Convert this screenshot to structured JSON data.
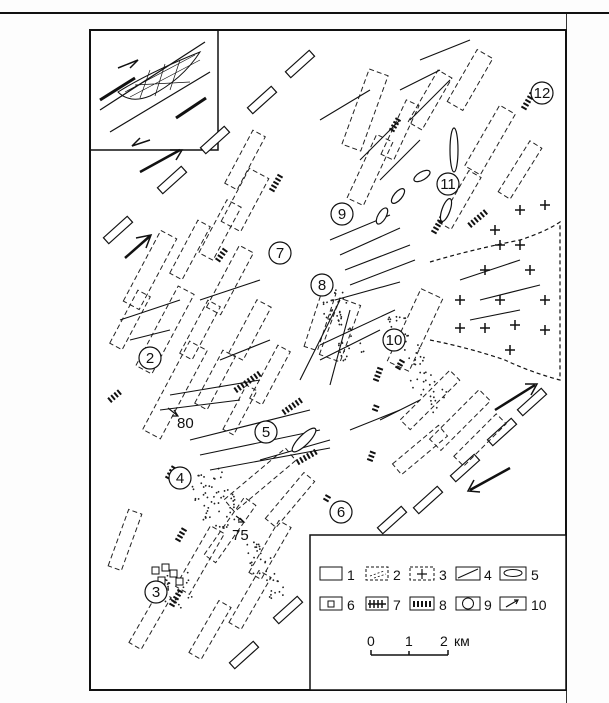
{
  "map": {
    "site_labels": [
      "2",
      "3",
      "4",
      "5",
      "6",
      "7",
      "8",
      "9",
      "10",
      "11",
      "12"
    ],
    "dip_values": [
      "80",
      "75"
    ],
    "legend": {
      "items": [
        "1",
        "2",
        "3",
        "4",
        "5",
        "6",
        "7",
        "8",
        "9",
        "10"
      ],
      "scale_ticks": [
        "0",
        "1",
        "2"
      ],
      "scale_unit": "км"
    }
  }
}
